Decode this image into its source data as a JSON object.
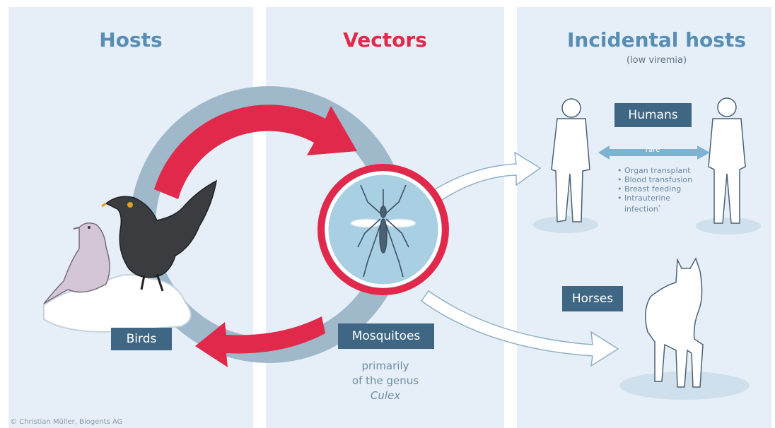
{
  "headings": {
    "hosts": "Hosts",
    "vectors": "Vectors",
    "incidental": "Incidental hosts",
    "incidental_sub": "(low viremia)"
  },
  "labels": {
    "birds": "Birds",
    "mosquitoes": "Mosquitoes",
    "humans": "Humans",
    "horses": "Horses",
    "rare": "rare"
  },
  "mosquito_note": {
    "line1": "primarily",
    "line2": "of the genus",
    "genus": "Culex"
  },
  "transmission_routes": [
    "Organ transplant",
    "Blood transfusion",
    "Breast feeding",
    "Intrauterine"
  ],
  "transmission_last_line": "infection",
  "transmission_footnote_mark": "*",
  "credit": "© Christian Müller, Biogents AG",
  "colors": {
    "panel_bg": "#e6eff7",
    "accent_red": "#e1294b",
    "label_dark_blue": "#3f6784",
    "heading_blue": "#5a8db3",
    "ring_grey_blue": "#9fb8ca"
  },
  "icons": [
    "bird-blackbird-icon",
    "bird-sparrow-icon",
    "mosquito-icon",
    "human-icon",
    "horse-icon"
  ]
}
